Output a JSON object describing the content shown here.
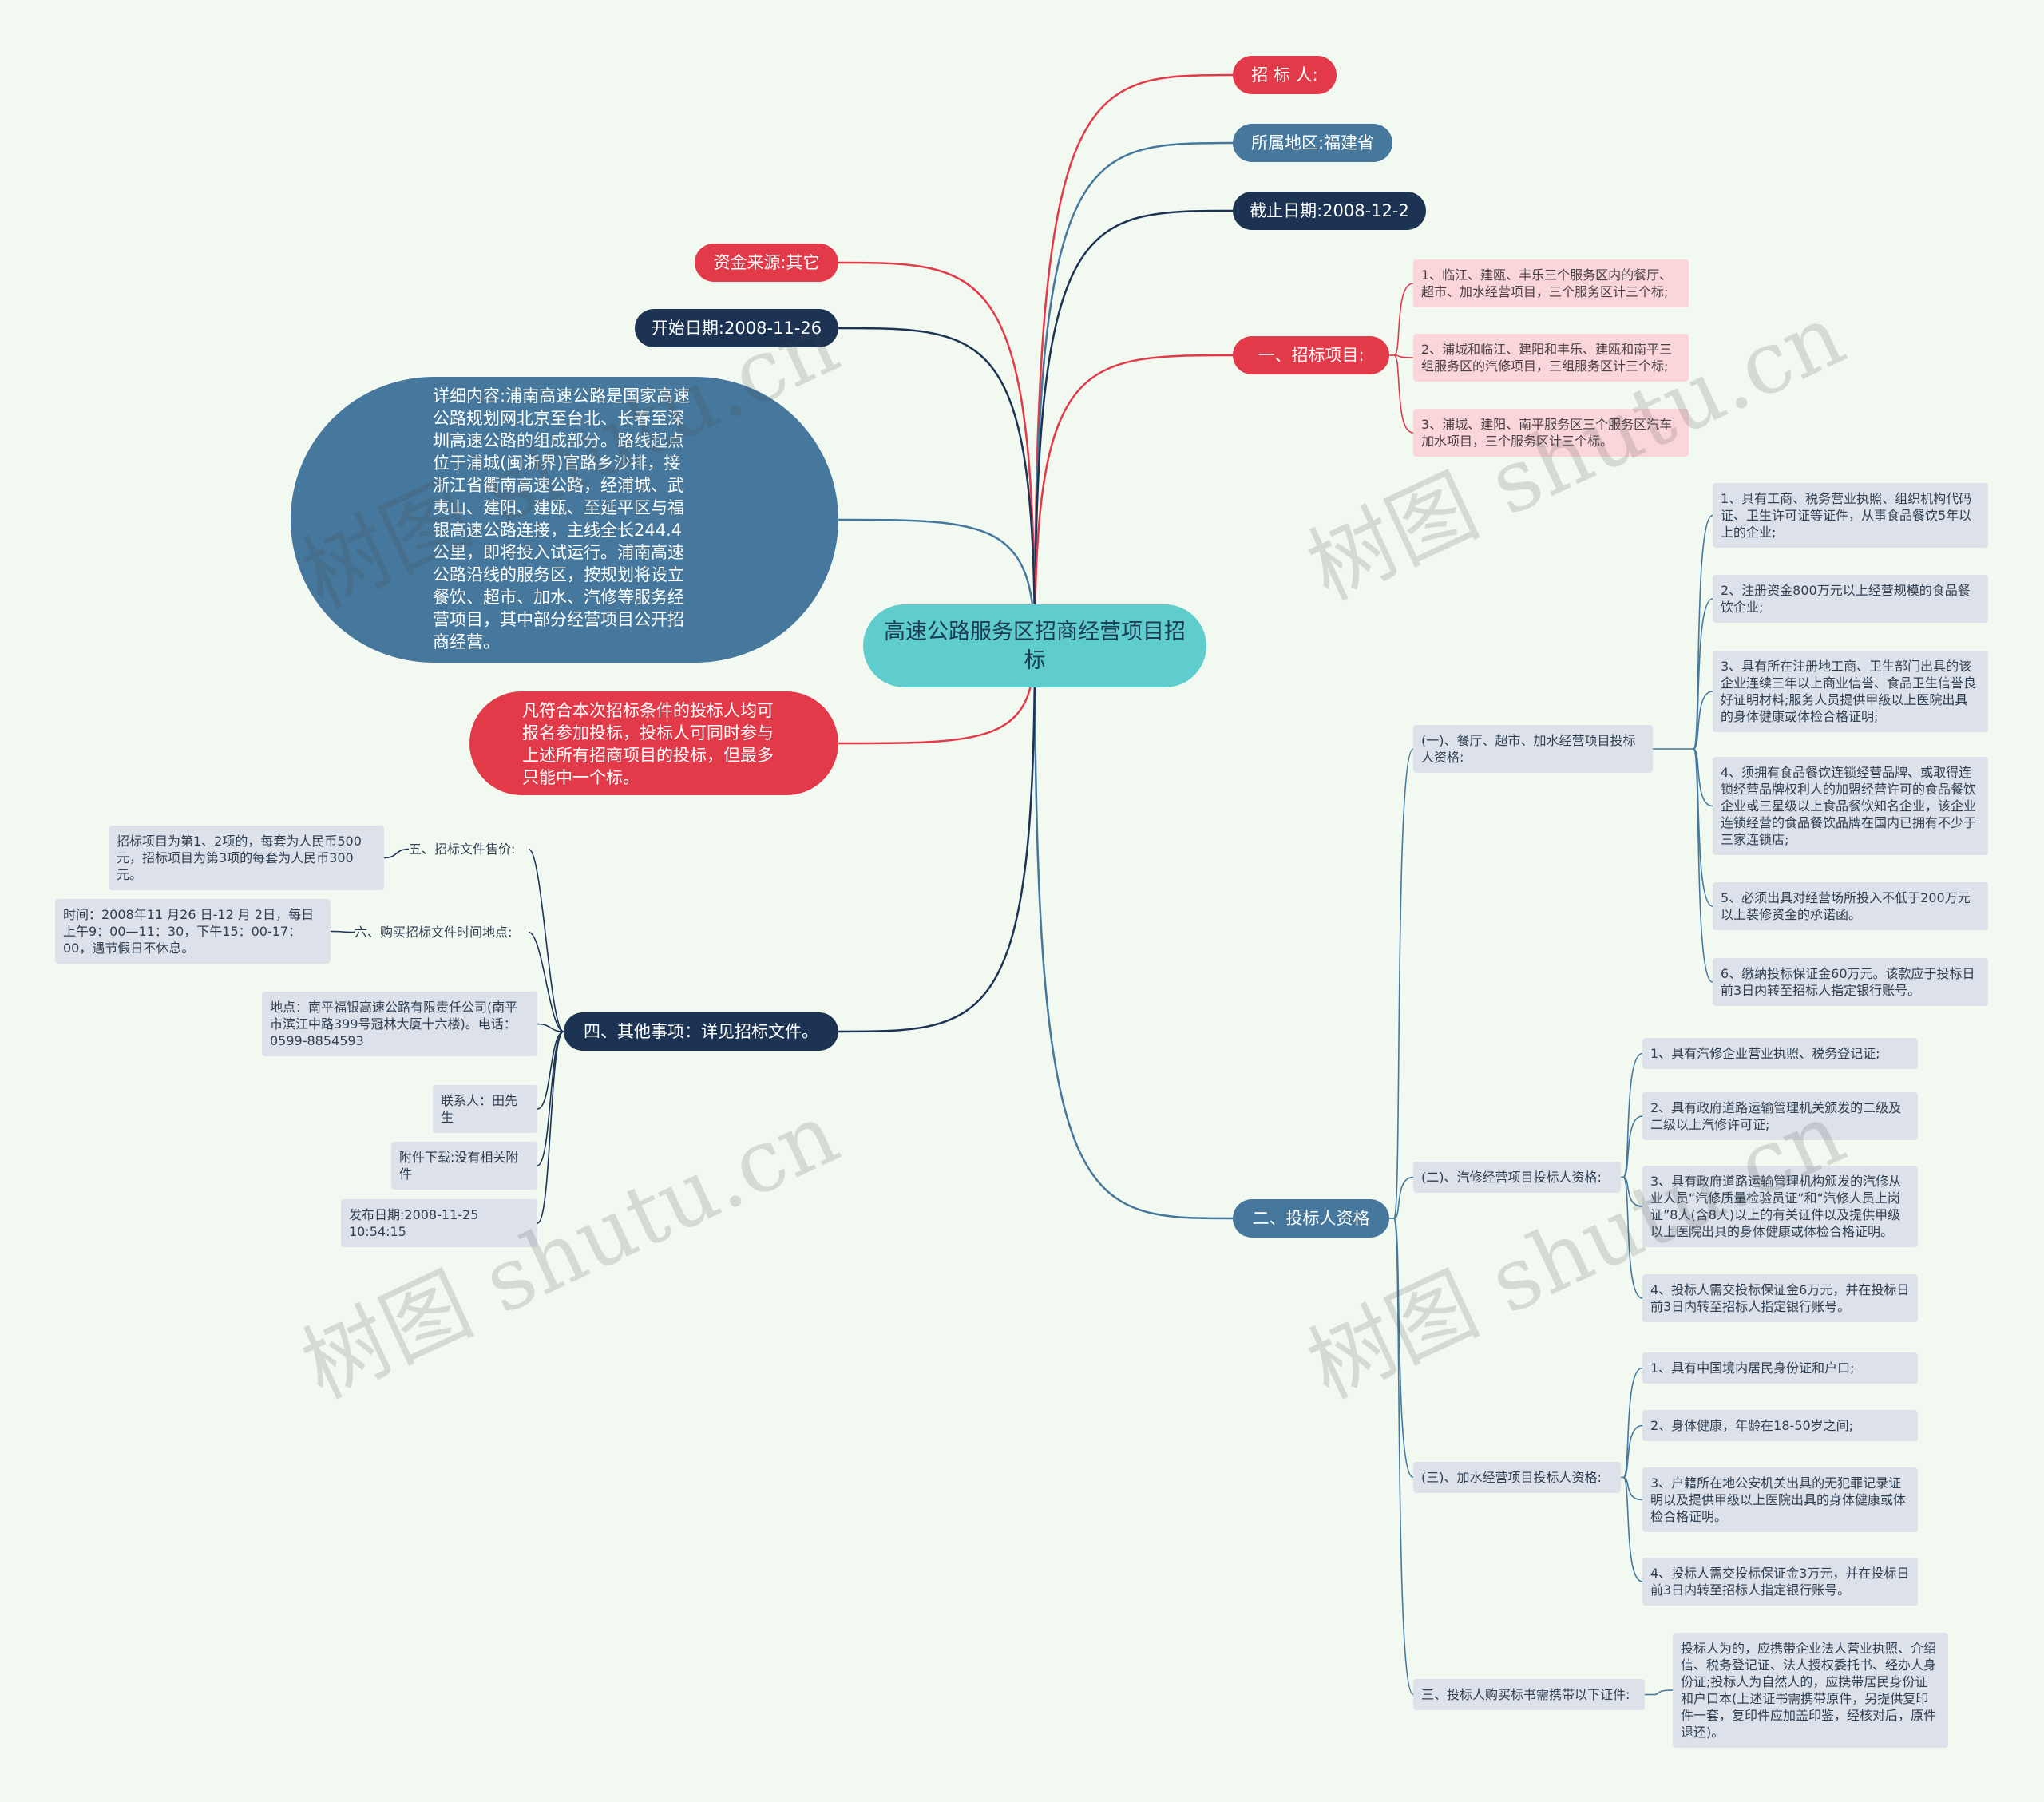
{
  "root": {
    "title": "高速公路服务区招商经营项目招标"
  },
  "right_top": [
    {
      "id": "zbr",
      "label": "招 标 人:",
      "color": "#e23a48"
    },
    {
      "id": "dq",
      "label": "所属地区:福建省",
      "color": "#45789c"
    },
    {
      "id": "jz",
      "label": "截止日期:2008-12-2",
      "color": "#1c3354"
    }
  ],
  "project": {
    "label": "一、招标项目:",
    "items": [
      "1、临江、建瓯、丰乐三个服务区内的餐厅、超市、加水经营项目，三个服务区计三个标;",
      "2、浦城和临江、建阳和丰乐、建瓯和南平三组服务区的汽修项目，三组服务区计三个标;",
      "3、浦城、建阳、南平服务区三个服务区汽车加水项目，三个服务区计三个标。"
    ]
  },
  "qualification": {
    "label": "二、投标人资格",
    "groups": [
      {
        "label": "(一)、餐厅、超市、加水经营项目投标人资格:",
        "items": [
          "1、具有工商、税务营业执照、组织机构代码证、卫生许可证等证件，从事食品餐饮5年以上的企业;",
          "2、注册资金800万元以上经营规模的食品餐饮企业;",
          "3、具有所在注册地工商、卫生部门出具的该企业连续三年以上商业信誉、食品卫生信誉良好证明材料;服务人员提供甲级以上医院出具的身体健康或体检合格证明;",
          "4、须拥有食品餐饮连锁经营品牌、或取得连锁经营品牌权利人的加盟经营许可的食品餐饮企业或三星级以上食品餐饮知名企业，该企业连锁经营的食品餐饮品牌在国内已拥有不少于三家连锁店;",
          "5、必须出具对经营场所投入不低于200万元以上装修资金的承诺函。",
          "6、缴纳投标保证金60万元。该款应于投标日前3日内转至招标人指定银行账号。"
        ]
      },
      {
        "label": "(二)、汽修经营项目投标人资格:",
        "items": [
          "1、具有汽修企业营业执照、税务登记证;",
          "2、具有政府道路运输管理机关颁发的二级及二级以上汽修许可证;",
          "3、具有政府道路运输管理机构颁发的汽修从业人员“汽修质量检验员证”和“汽修人员上岗证”8人(含8人)以上的有关证件以及提供甲级以上医院出具的身体健康或体检合格证明。",
          "4、投标人需交投标保证金6万元，并在投标日前3日内转至招标人指定银行账号。"
        ]
      },
      {
        "label": "(三)、加水经营项目投标人资格:",
        "items": [
          "1、具有中国境内居民身份证和户口;",
          "2、身体健康，年龄在18-50岁之间;",
          "3、户籍所在地公安机关出具的无犯罪记录证明以及提供甲级以上医院出具的身体健康或体检合格证明。",
          "4、投标人需交投标保证金3万元，并在投标日前3日内转至招标人指定银行账号。"
        ]
      },
      {
        "label": "三、投标人购买标书需携带以下证件:",
        "items": [
          "投标人为的，应携带企业法人营业执照、介绍信、税务登记证、法人授权委托书、经办人身份证;投标人为自然人的，应携带居民身份证和户口本(上述证书需携带原件，另提供复印件一套，复印件应加盖印鉴，经核对后，原件退还)。"
        ]
      }
    ]
  },
  "left_top": [
    {
      "id": "zj",
      "label": "资金来源:其它",
      "color": "#e23a48"
    },
    {
      "id": "ks",
      "label": "开始日期:2008-11-26",
      "color": "#1c3354"
    }
  ],
  "detail": {
    "lines": [
      "详细内容:浦南高速公路是国家高速",
      "公路规划网北京至台北、长春至深",
      "圳高速公路的组成部分。路线起点",
      "位于浦城(闽浙界)官路乡沙排，接",
      "浙江省衢南高速公路，经浦城、武",
      "夷山、建阳、建瓯、至延平区与福",
      "银高速公路连接，主线全长244.4",
      "公里，即将投入试运行。浦南高速",
      "公路沿线的服务区，按规划将设立",
      "餐饮、超市、加水、汽修等服务经",
      "营项目，其中部分经营项目公开招",
      "商经营。"
    ],
    "color": "#45789c"
  },
  "notice": {
    "lines": [
      "凡符合本次招标条件的投标人均可",
      "报名参加投标，投标人可同时参与",
      "上述所有招商项目的投标，但最多",
      "只能中一个标。"
    ],
    "color": "#e23a48"
  },
  "other": {
    "label": "四、其他事项：详见招标文件。",
    "color": "#1c3354",
    "sale": {
      "label": "五、招标文件售价:",
      "detail": "招标项目为第1、2项的，每套为人民币500元，招标项目为第3项的每套为人民币300元。"
    },
    "time": {
      "label": "六、购买招标文件时间地点:",
      "detail": "时间：2008年11 月26 日-12 月 2日，每日上午9：00—11：30，下午15：00-17：00，遇节假日不休息。"
    },
    "address": "地点：南平福银高速公路有限责任公司(南平市滨江中路399号冠林大厦十六楼)。电话：0599-8854593",
    "contact": "联系人：田先生",
    "attachment": "附件下载:没有相关附件",
    "published": "发布日期:2008-11-25 10:54:15"
  },
  "watermarks": [
    "树图 shutu.cn",
    "树图 shutu.cn",
    "树图 shutu.cn",
    "树图 shutu.cn"
  ]
}
